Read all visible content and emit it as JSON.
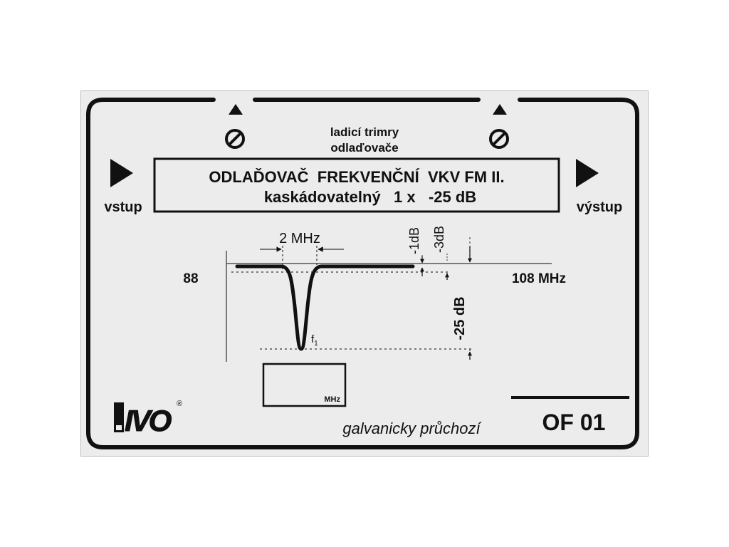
{
  "trimmer_label": {
    "line1": "ladicí trimry",
    "line2": "odlaďovače"
  },
  "title": {
    "line1": "ODLAĎOVAČ  FREKVENČNÍ  VKV FM II.",
    "line2": "kaskádovatelný   1 x   -25 dB"
  },
  "ports": {
    "input": "vstup",
    "output": "výstup"
  },
  "axis": {
    "left": "88",
    "right": "108 MHz"
  },
  "diagram": {
    "bandwidth_label": "2 MHz",
    "minus1_label": "-1dB",
    "minus3_label": "-3dB",
    "depth_label": "-25 dB",
    "freq_label": "f",
    "freq_subscript": "1"
  },
  "freq_box": {
    "unit": "MHz"
  },
  "footer": {
    "logo": "IVO",
    "logo_mark": "®",
    "note": "galvanicky průchozí",
    "model": "OF 01"
  },
  "colors": {
    "ink": "#111111",
    "panel": "#ececec"
  }
}
